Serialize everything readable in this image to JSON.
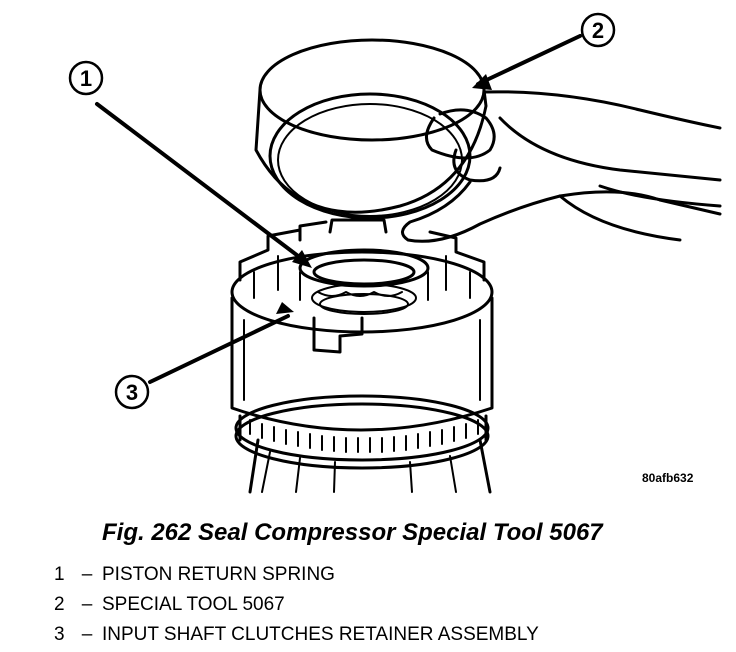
{
  "figure": {
    "code": "80afb632",
    "caption": "Fig. 262 Seal Compressor Special Tool 5067"
  },
  "callouts": [
    {
      "number": "1"
    },
    {
      "number": "2"
    },
    {
      "number": "3"
    }
  ],
  "legend": [
    {
      "number": "1",
      "dash": "–",
      "text": "PISTON RETURN SPRING"
    },
    {
      "number": "2",
      "dash": "–",
      "text": "SPECIAL TOOL 5067"
    },
    {
      "number": "3",
      "dash": "–",
      "text": "INPUT SHAFT CLUTCHES RETAINER ASSEMBLY"
    }
  ]
}
